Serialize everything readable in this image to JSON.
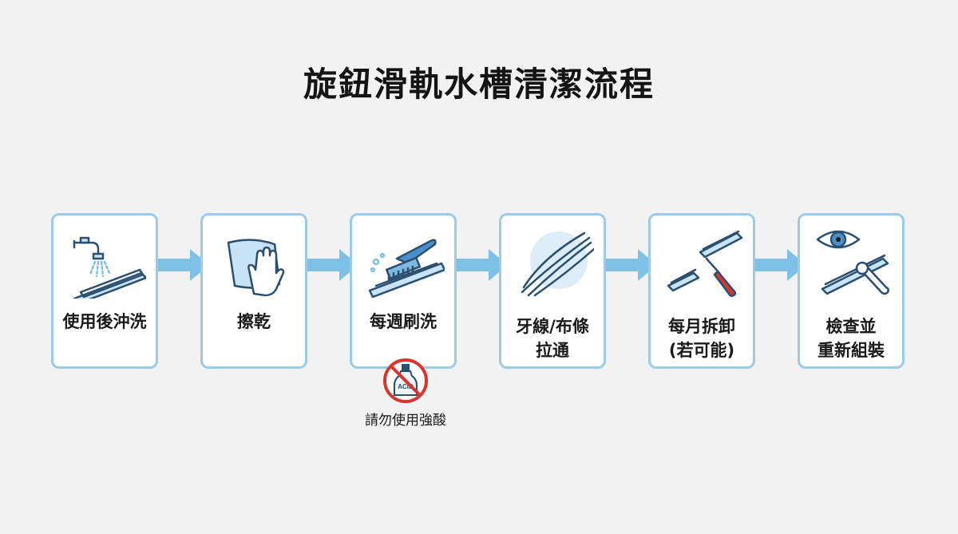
{
  "title": "旋鈕滑軌水槽清潔流程",
  "steps": [
    {
      "label": "使用後沖洗",
      "icon": "faucet-rinse-icon"
    },
    {
      "label": "擦乾",
      "icon": "cloth-hand-icon"
    },
    {
      "label": "每週刷洗",
      "icon": "brush-icon"
    },
    {
      "label": "牙線/布條\n拉通",
      "icon": "floss-strands-icon"
    },
    {
      "label": "每月拆卸\n(若可能)",
      "icon": "rail-screwdriver-icon"
    },
    {
      "label": "檢查並\n重新組裝",
      "icon": "eye-wrench-icon"
    }
  ],
  "warning": {
    "label": "請勿使用強酸",
    "badge_text": "ACID",
    "icon": "no-acid-icon"
  },
  "colors": {
    "box_border": "#9ccbea",
    "arrow": "#7fc0e6",
    "icon_stroke": "#2b4f6e",
    "icon_fill": "#c7e3f5",
    "warning_red": "#d9352c"
  }
}
